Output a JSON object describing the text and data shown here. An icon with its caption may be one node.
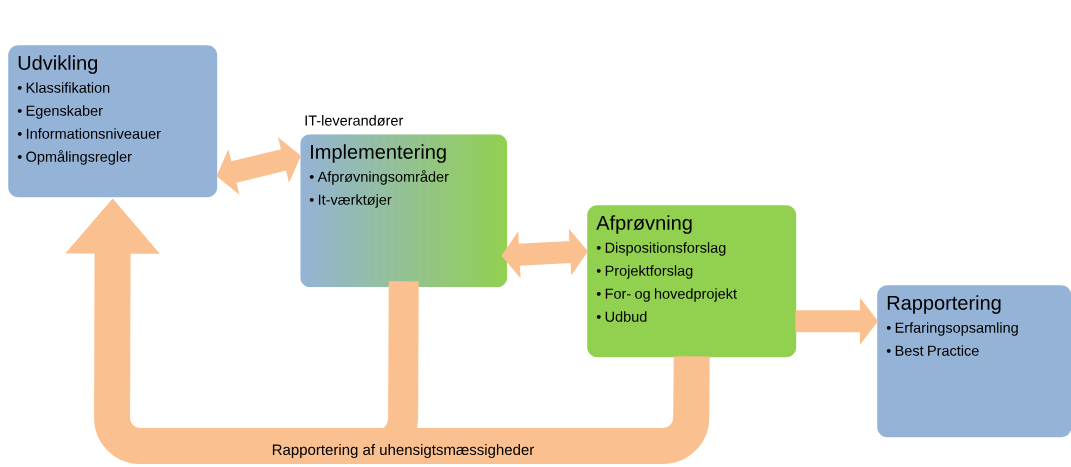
{
  "diagram": {
    "nodes": [
      {
        "text": [
          "Udvikling",
          "• Klassifikation",
          "• Egenskaber",
          "• Informationsniveauer",
          "• Opmålingsregler"
        ]
      },
      {
        "text": [
          "Implementering",
          "• Afprøvningsområder",
          "• It-værktøjer"
        ],
        "beside": [
          "IT-leverandører"
        ]
      },
      {
        "text": [
          "Afprøvning",
          "• Dispositionsforslag",
          "• Projektforslag",
          "• For- og hovedprojekt",
          "• Udbud"
        ]
      },
      {
        "text": [
          "Rapportering",
          "• Erfaringsopsamling",
          "• Best Practice"
        ]
      }
    ],
    "edges": [
      {
        "from": 0,
        "to": 1,
        "arrow": "both"
      },
      {
        "from": 1,
        "to": 2,
        "arrow": "both"
      },
      {
        "from": 2,
        "to": 3,
        "arrow": "to"
      },
      {
        "from": 1,
        "to": 0,
        "arrow": "to"
      },
      {
        "from": 2,
        "to": 0,
        "arrow": "to",
        "label": "Rapportering af uhensigtsmæssigheder"
      }
    ]
  }
}
